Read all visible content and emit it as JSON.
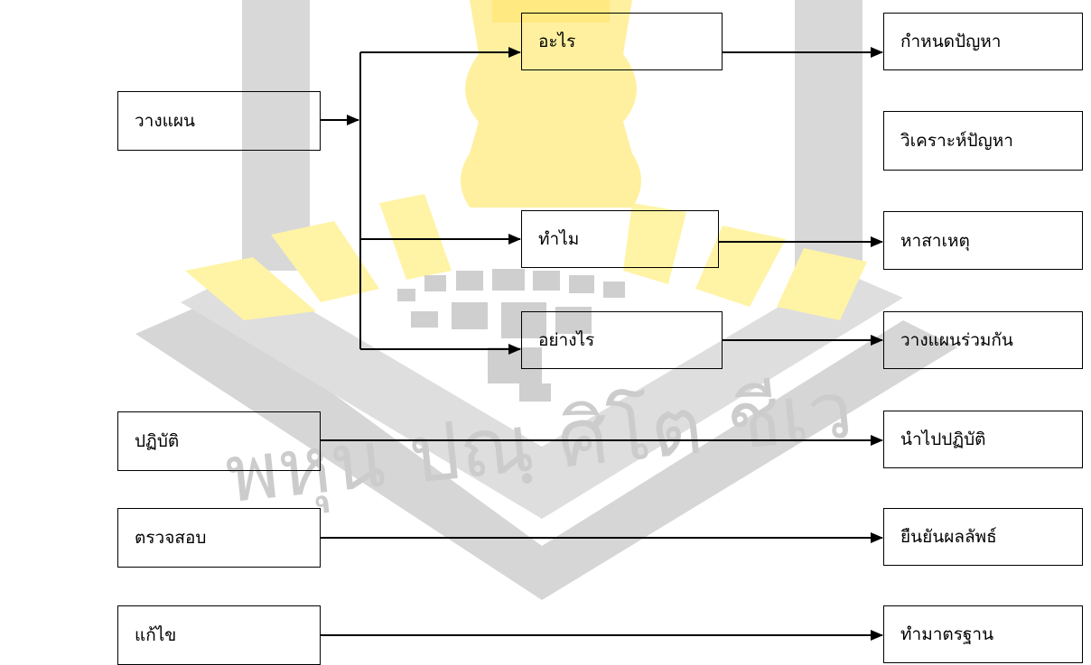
{
  "diagram": {
    "stages": {
      "plan": "วางแผน",
      "do": "ปฏิบัติ",
      "check": "ตรวจสอบ",
      "act": "แก้ไข"
    },
    "questions": {
      "what": "อะไร",
      "why": "ทำไม",
      "how": "อย่างไร"
    },
    "outcomes": {
      "define_problem": "กำหนดปัญหา",
      "analyze_problem": "วิเคราะห์ปัญหา",
      "find_cause": "หาสาเหตุ",
      "plan_together": "วางแผนร่วมกัน",
      "implement": "นำไปปฏิบัติ",
      "confirm_results": "ยืนยันผลลัพธ์",
      "standardize": "ทำมาตรฐาน"
    }
  },
  "watermark": {
    "text": "พหุน ปณฺ ศิโต ชีเว",
    "logo_colors": {
      "gray": "#d0d0d0",
      "yellow": "#fff3a6",
      "text": "#cccccc"
    }
  }
}
